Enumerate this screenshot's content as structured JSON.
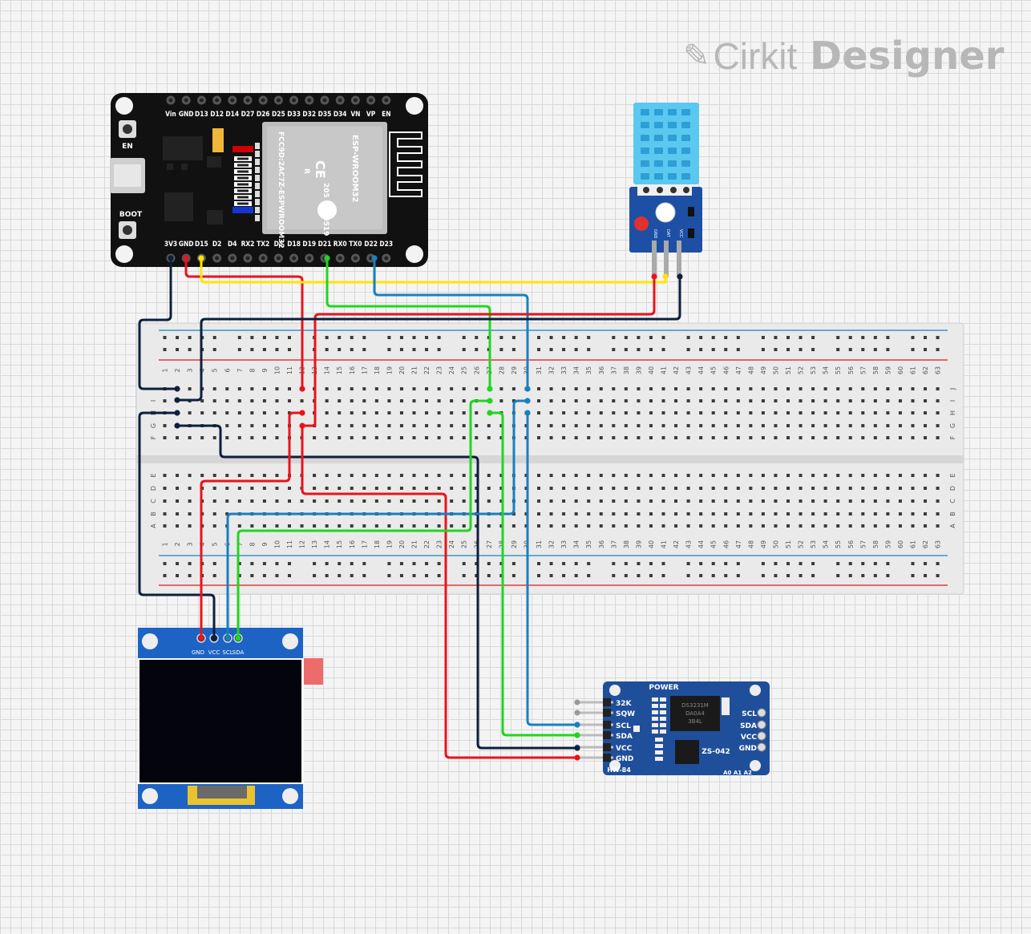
{
  "brand": {
    "name_light": "Cirkit",
    "name_bold": "Designer",
    "icon": "cirkit-pen-icon"
  },
  "esp32": {
    "top_pins": [
      "Vin",
      "GND",
      "D13",
      "D12",
      "D14",
      "D27",
      "D26",
      "D25",
      "D33",
      "D32",
      "D35",
      "D34",
      "VN",
      "VP",
      "EN"
    ],
    "bottom_pins": [
      "3V3",
      "GND",
      "D15",
      "D2",
      "D4",
      "RX2",
      "TX2",
      "D5",
      "D18",
      "D19",
      "D21",
      "RX0",
      "TX0",
      "D22",
      "D23"
    ],
    "buttons": [
      "EN",
      "BOOT"
    ],
    "module_text": [
      "ESP-WROOM32",
      "FCC9D:2AC7Z-ESPWROOM32",
      "205 - 000519"
    ],
    "module_marks": [
      "R",
      "CE"
    ]
  },
  "dht11": {
    "pins": [
      "GND",
      "DAT",
      "VCC"
    ]
  },
  "breadboard": {
    "columns": 63,
    "top_rows": [
      "J",
      "I",
      "H",
      "G",
      "F"
    ],
    "bottom_rows": [
      "E",
      "D",
      "C",
      "B",
      "A"
    ]
  },
  "oled": {
    "pins": [
      "GND",
      "VCC",
      "SCL",
      "SDA"
    ]
  },
  "rtc": {
    "left_pins": [
      "32K",
      "SQW",
      "SCL",
      "SDA",
      "VCC",
      "GND"
    ],
    "right_pins": [
      "SCL",
      "SDA",
      "VCC",
      "GND"
    ],
    "labels": {
      "power": "POWER",
      "model": "ZS-042",
      "board": "HW-84",
      "addr": "A0 A1 A2",
      "chip1": "DS3231M",
      "chip2": "DA0A4",
      "chip3": "3B4L"
    }
  },
  "colors": {
    "wire_red": "#e8141c",
    "wire_yellow": "#ffe500",
    "wire_green": "#20d620",
    "wire_blue": "#1a7fc0",
    "wire_dark": "#0e1f3d",
    "esp_board": "#111111",
    "dht_body": "#5ac8ef",
    "pcb_blue": "#1f4f9a"
  }
}
